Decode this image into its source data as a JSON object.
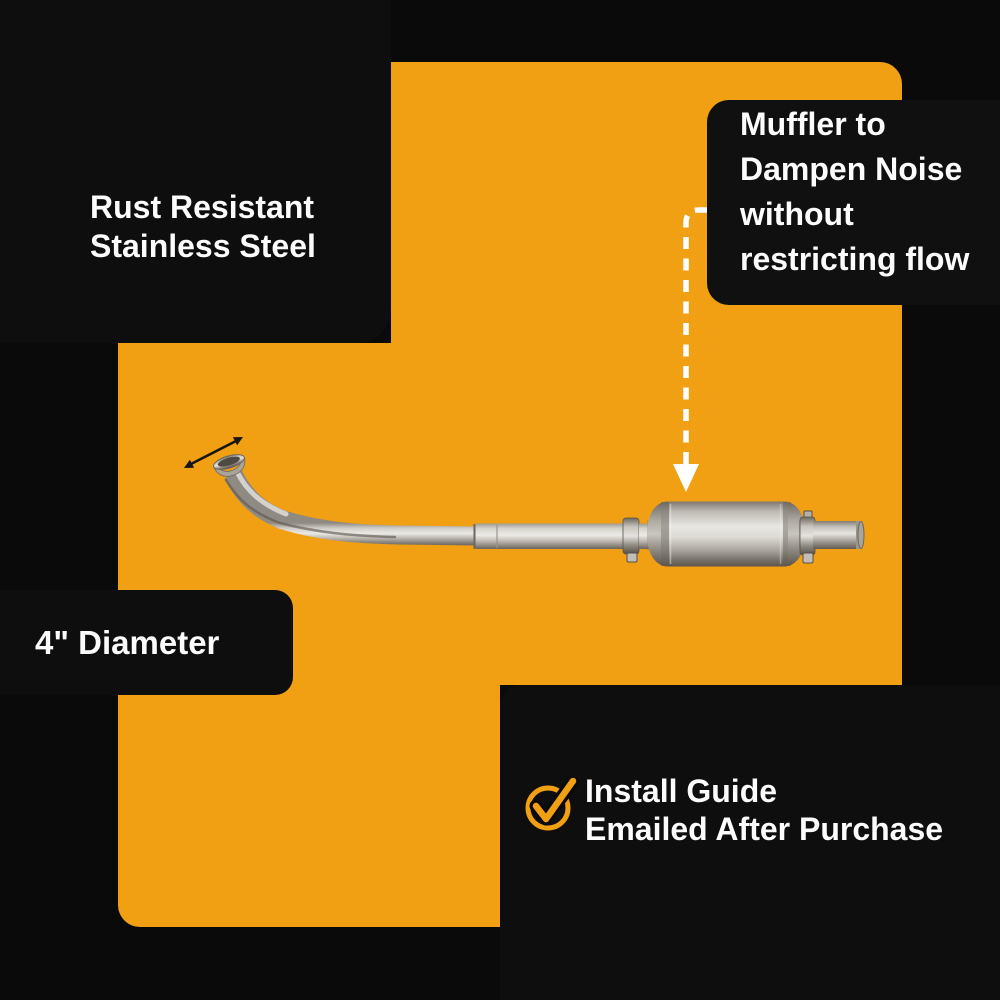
{
  "colors": {
    "background_black": "#0a0a0a",
    "panel_black": "#101010",
    "accent_orange": "#f0a012",
    "text_white": "#fcfcfc",
    "pipe_steel_light": "#ebe9e5",
    "pipe_steel_dark": "#655f57"
  },
  "callouts": {
    "material": {
      "lines": [
        "Rust Resistant",
        "Stainless Steel"
      ]
    },
    "muffler": {
      "lines": [
        "Muffler to",
        "Dampen Noise",
        "without",
        "restricting flow"
      ]
    },
    "diameter": {
      "label": "4\" Diameter"
    },
    "install": {
      "lines": [
        "Install Guide",
        "Emailed After Purchase"
      ]
    }
  },
  "icons": {
    "check": "check-circle-icon",
    "muffler_pointer": "dashed-down-arrow-icon",
    "diameter_measure": "double-headed-arrow-icon"
  }
}
